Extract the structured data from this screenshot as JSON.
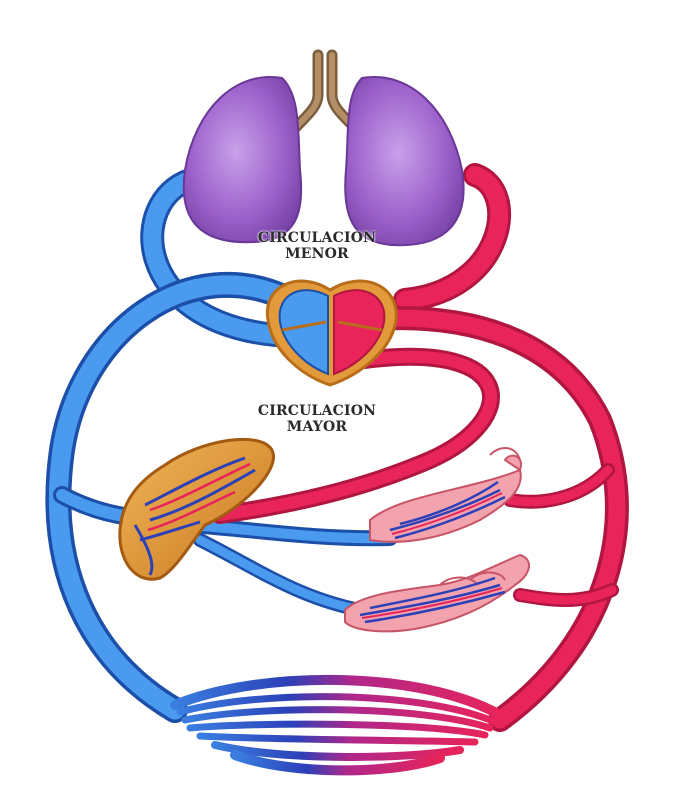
{
  "colors": {
    "venous_blood": "#3d8fe0",
    "venous_dark": "#1c4fa8",
    "arterial_blood": "#e8245a",
    "arterial_dark": "#b0163f",
    "lungs": "#9a5ec9",
    "trachea": "#9c7a55",
    "organ_orange": "#e39a3a"
  },
  "labels": {
    "circulacion_menor": {
      "line1": "CIRCULACION",
      "line2": "MENOR"
    },
    "circulacion_mayor": {
      "line1": "CIRCULACION",
      "line2": "MAYOR"
    }
  }
}
